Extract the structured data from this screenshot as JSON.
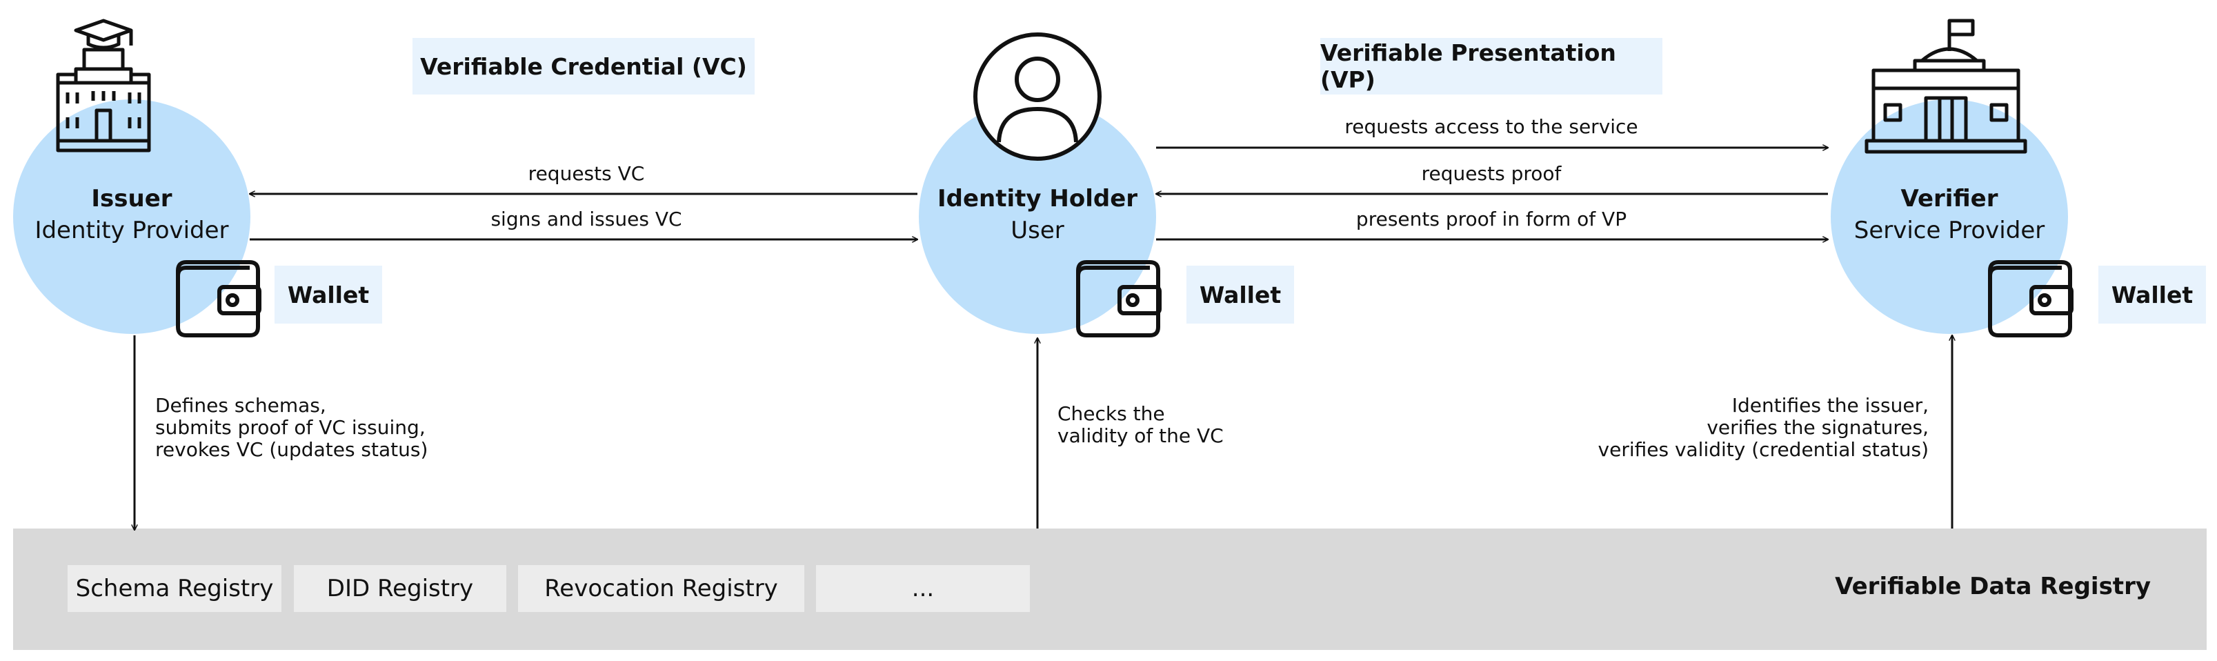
{
  "headers": {
    "vc": "Verifiable Credential (VC)",
    "vp": "Verifiable Presentation (VP)"
  },
  "issuer": {
    "title": "Issuer",
    "subtitle": "Identity Provider",
    "wallet": "Wallet"
  },
  "holder": {
    "title": "Identity Holder",
    "subtitle": "User",
    "wallet": "Wallet"
  },
  "verifier": {
    "title": "Verifier",
    "subtitle": "Service Provider",
    "wallet": "Wallet"
  },
  "flows": {
    "requests_vc": "requests VC",
    "signs_issues_vc": "signs and issues VC",
    "requests_access": "requests access to the service",
    "requests_proof": "requests proof",
    "presents_proof": "presents proof in form of VP"
  },
  "notes": {
    "issuer": "Defines schemas,\nsubmits proof of VC issuing,\nrevokes VC (updates status)",
    "holder": "Checks the\nvalidity of the VC",
    "verifier": "Identifies the issuer,\nverifies the signatures,\nverifies validity (credential status)"
  },
  "registry": {
    "title": "Verifiable Data Registry",
    "items": [
      "Schema Registry",
      "DID Registry",
      "Revocation Registry",
      "..."
    ]
  },
  "colors": {
    "circle": "#bde0fb",
    "tag": "#e8f3fd",
    "registry": "#d9d9d9",
    "registry_item": "#ececec"
  },
  "icons": [
    "university-building-icon",
    "user-avatar-icon",
    "government-building-icon",
    "wallet-icon"
  ]
}
